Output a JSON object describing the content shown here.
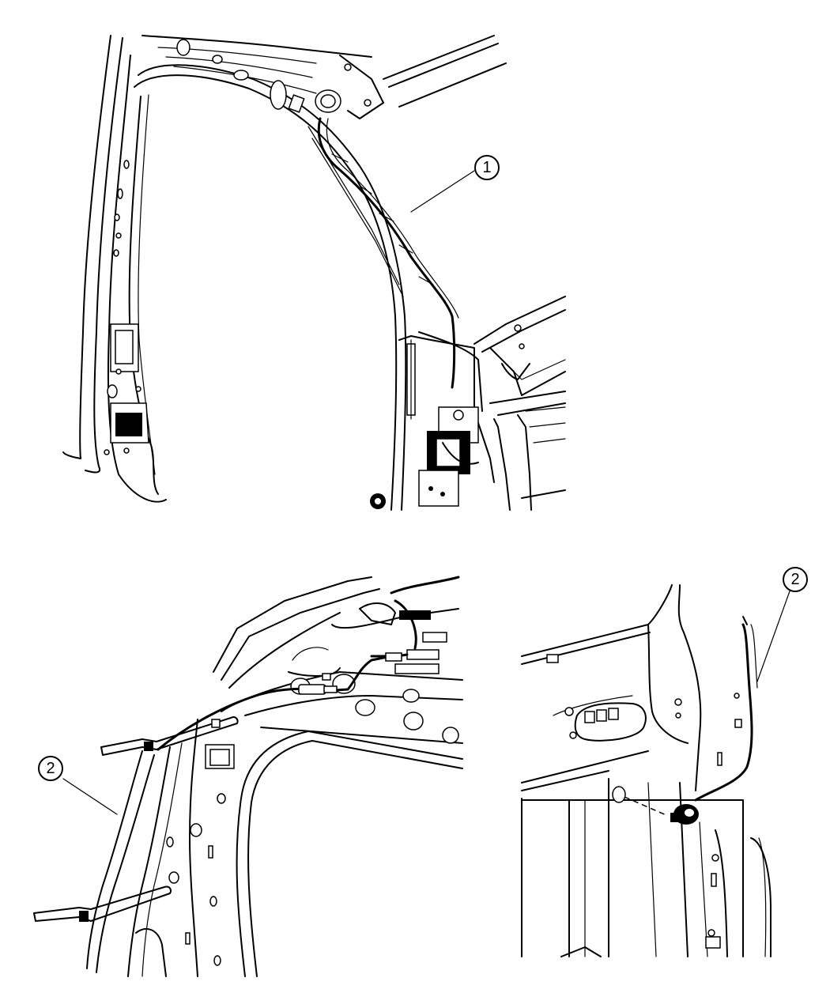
{
  "callouts": {
    "top": {
      "label": "1"
    },
    "bottom_left": {
      "label": "2"
    },
    "bottom_right": {
      "label": "2"
    }
  }
}
